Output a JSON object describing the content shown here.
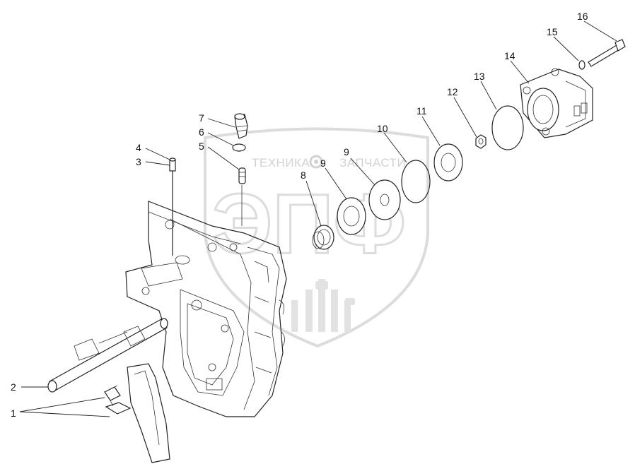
{
  "watermark": {
    "left_text": "ТЕХНИКА",
    "right_text": "ЗАПЧАСТИ",
    "logo_letters": "ЭПФ"
  },
  "callouts": [
    {
      "id": "c1",
      "label": "1"
    },
    {
      "id": "c2",
      "label": "2"
    },
    {
      "id": "c3",
      "label": "3"
    },
    {
      "id": "c4",
      "label": "4"
    },
    {
      "id": "c5",
      "label": "5"
    },
    {
      "id": "c6",
      "label": "6"
    },
    {
      "id": "c7",
      "label": "7"
    },
    {
      "id": "c8",
      "label": "8"
    },
    {
      "id": "c9a",
      "label": "9"
    },
    {
      "id": "c9b",
      "label": "9"
    },
    {
      "id": "c10",
      "label": "10"
    },
    {
      "id": "c11",
      "label": "11"
    },
    {
      "id": "c12",
      "label": "12"
    },
    {
      "id": "c13",
      "label": "13"
    },
    {
      "id": "c14",
      "label": "14"
    },
    {
      "id": "c15",
      "label": "15"
    },
    {
      "id": "c16",
      "label": "16"
    }
  ]
}
